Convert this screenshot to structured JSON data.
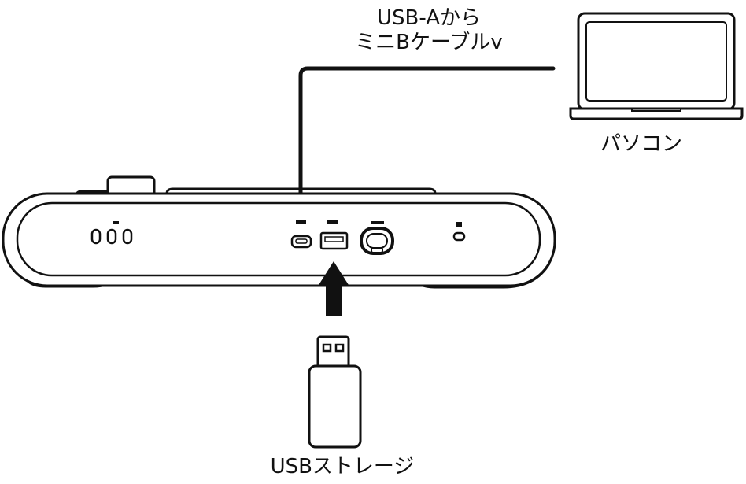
{
  "labels": {
    "cable_line1": "USB-Aから",
    "cable_line2": "ミニBケーブルv",
    "computer": "パソコン",
    "usb_storage": "USBストレージ"
  },
  "colors": {
    "outline": "#111111",
    "background": "#ffffff",
    "device_fill": "#ffffff"
  }
}
